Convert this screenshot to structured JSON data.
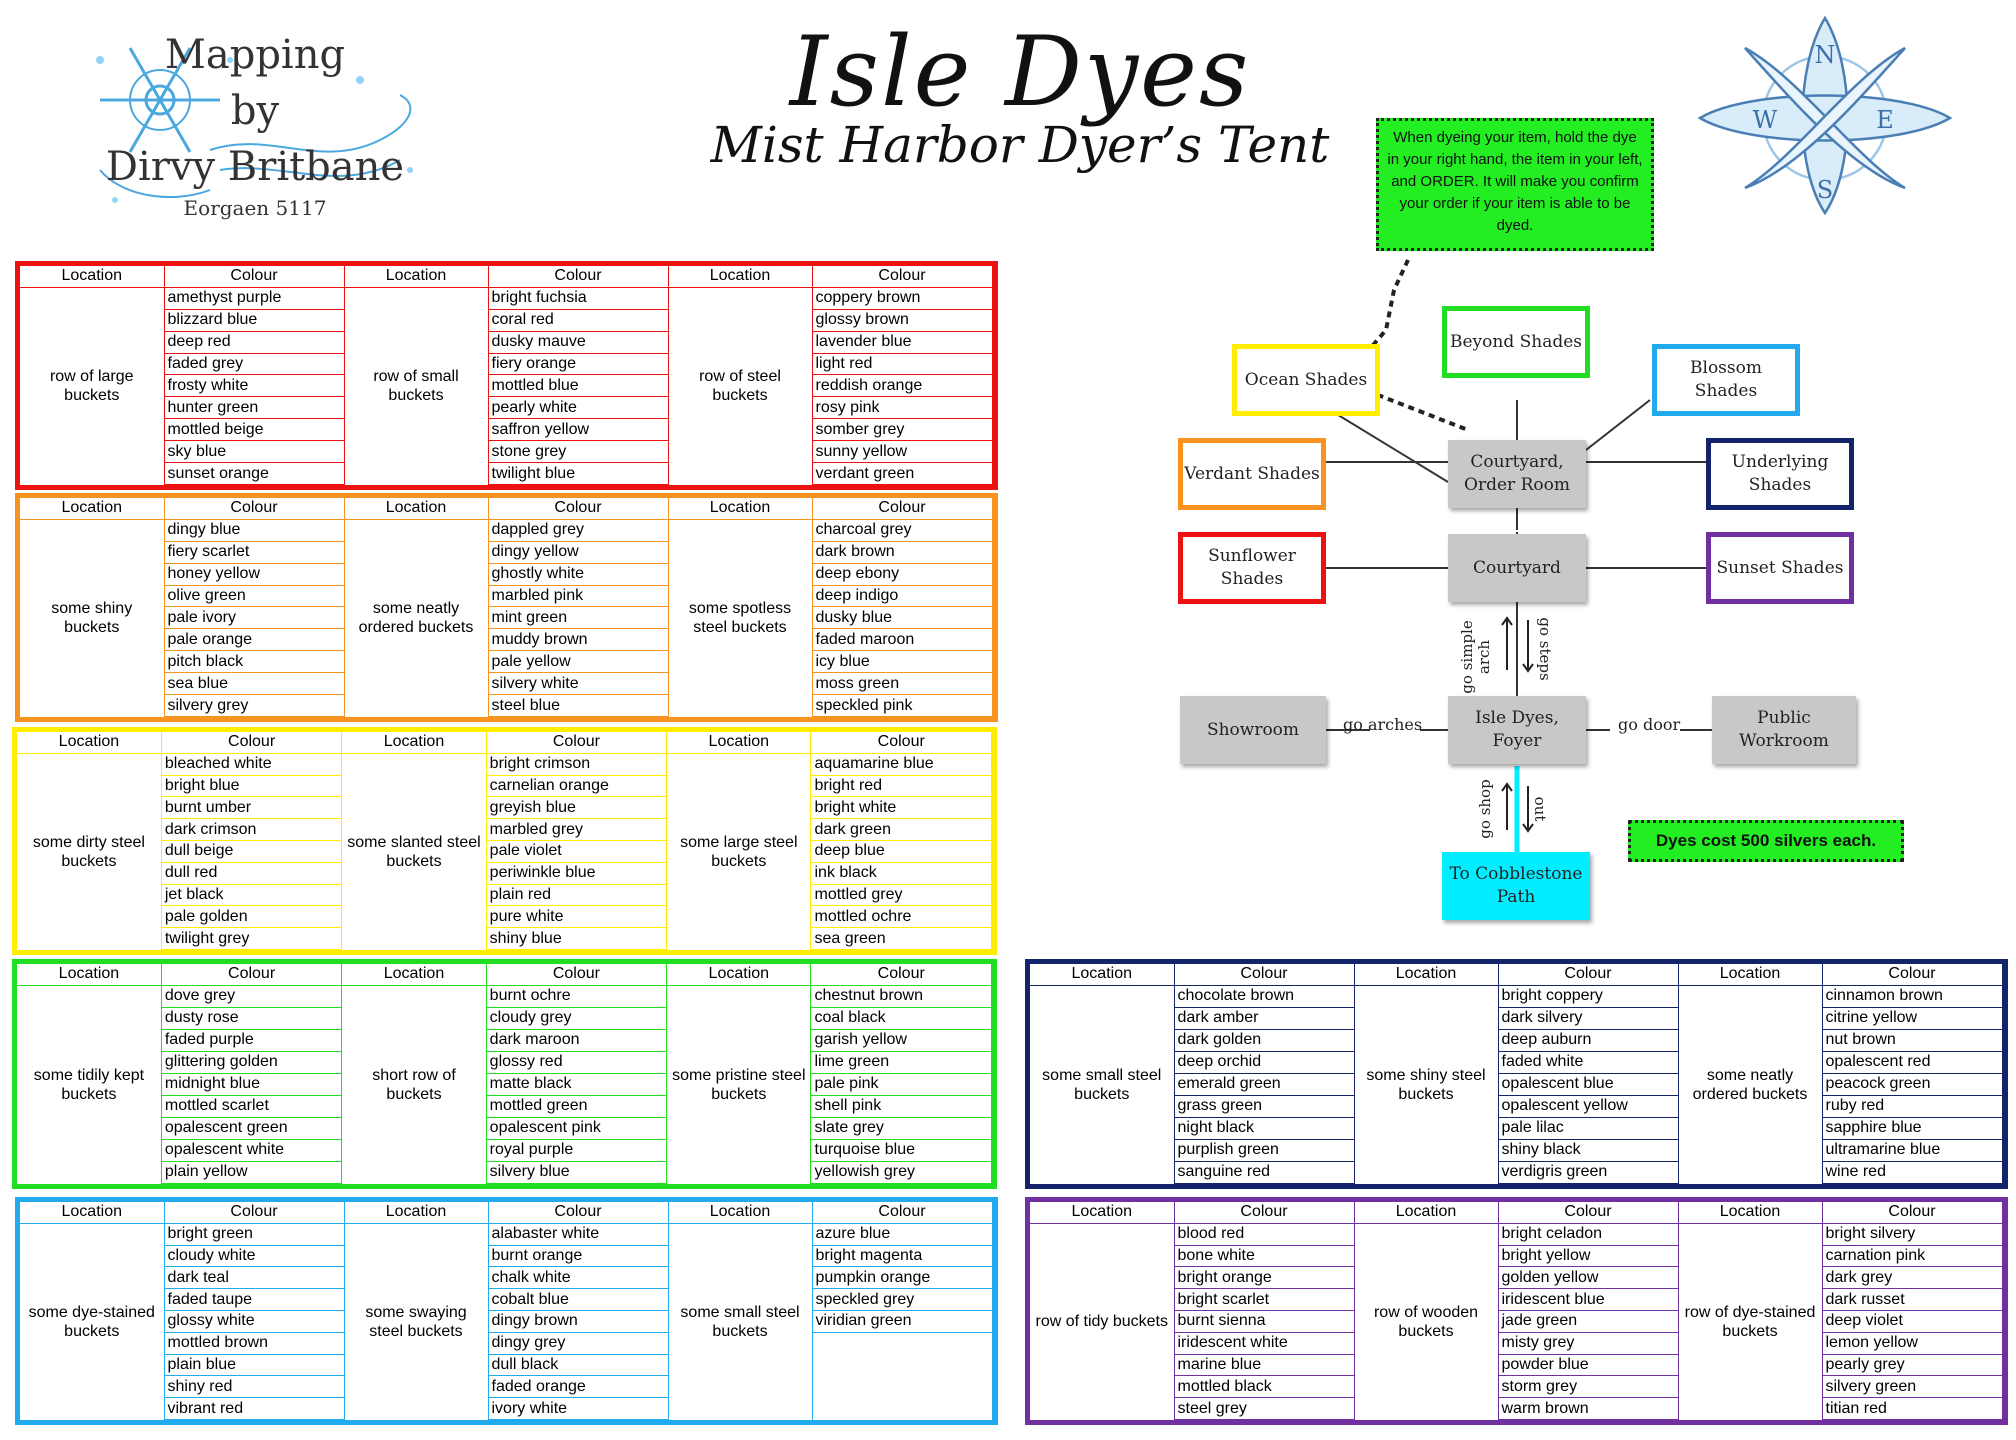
{
  "credit": {
    "line1": "Mapping",
    "line2": "by",
    "line3": "Dirvy Britbane",
    "line4": "Eorgaen 5117"
  },
  "title": "Isle Dyes",
  "subtitle": "Mist Harbor Dyer’s Tent",
  "headers": {
    "location": "Location",
    "colour": "Colour"
  },
  "colors": {
    "red": "#ee1111",
    "orange": "#f7931e",
    "yellow": "#ffee00",
    "green": "#22dd22",
    "blue": "#22aaee",
    "navy": "#14246a",
    "purple": "#7030a0",
    "cyan": "#00eeff",
    "note_green": "#22ee22"
  },
  "tables": [
    {
      "color": "red",
      "groups": [
        {
          "location": "row of large buckets",
          "colours": [
            "amethyst purple",
            "blizzard blue",
            "deep red",
            "faded grey",
            "frosty white",
            "hunter green",
            "mottled beige",
            "sky blue",
            "sunset orange"
          ]
        },
        {
          "location": "row of small buckets",
          "colours": [
            "bright fuchsia",
            "coral red",
            "dusky mauve",
            "fiery orange",
            "mottled blue",
            "pearly white",
            "saffron yellow",
            "stone grey",
            "twilight blue"
          ]
        },
        {
          "location": "row of steel buckets",
          "colours": [
            "coppery brown",
            "glossy brown",
            "lavender blue",
            "light red",
            "reddish orange",
            "rosy pink",
            "somber grey",
            "sunny yellow",
            "verdant green"
          ]
        }
      ]
    },
    {
      "color": "orange",
      "groups": [
        {
          "location": "some shiny buckets",
          "colours": [
            "dingy blue",
            "fiery scarlet",
            "honey yellow",
            "olive green",
            "pale ivory",
            "pale orange",
            "pitch black",
            "sea blue",
            "silvery grey"
          ]
        },
        {
          "location": "some neatly ordered buckets",
          "colours": [
            "dappled grey",
            "dingy yellow",
            "ghostly white",
            "marbled pink",
            "mint green",
            "muddy brown",
            "pale yellow",
            "silvery white",
            "steel blue"
          ]
        },
        {
          "location": "some spotless steel buckets",
          "colours": [
            "charcoal grey",
            "dark brown",
            "deep ebony",
            "deep indigo",
            "dusky blue",
            "faded maroon",
            "icy blue",
            "moss green",
            "speckled pink"
          ]
        }
      ]
    },
    {
      "color": "yellow",
      "groups": [
        {
          "location": "some dirty steel buckets",
          "colours": [
            "bleached white",
            "bright blue",
            "burnt umber",
            "dark crimson",
            "dull beige",
            "dull red",
            "jet black",
            "pale golden",
            "twilight grey"
          ]
        },
        {
          "location": "some slanted steel buckets",
          "colours": [
            "bright crimson",
            "carnelian orange",
            "greyish blue",
            "marbled grey",
            "pale violet",
            "periwinkle blue",
            "plain red",
            "pure white",
            "shiny blue"
          ]
        },
        {
          "location": "some large steel buckets",
          "colours": [
            "aquamarine blue",
            "bright red",
            "bright white",
            "dark green",
            "deep blue",
            "ink black",
            "mottled grey",
            "mottled ochre",
            "sea green"
          ]
        }
      ]
    },
    {
      "color": "green",
      "groups": [
        {
          "location": "some tidily kept buckets",
          "colours": [
            "dove grey",
            "dusty rose",
            "faded purple",
            "glittering golden",
            "midnight blue",
            "mottled scarlet",
            "opalescent green",
            "opalescent white",
            "plain yellow"
          ]
        },
        {
          "location": "short row of buckets",
          "colours": [
            "burnt ochre",
            "cloudy grey",
            "dark maroon",
            "glossy red",
            "matte black",
            "mottled green",
            "opalescent pink",
            "royal purple",
            "silvery blue"
          ]
        },
        {
          "location": "some pristine steel buckets",
          "colours": [
            "chestnut brown",
            "coal black",
            "garish yellow",
            "lime green",
            "pale pink",
            "shell pink",
            "slate grey",
            "turquoise blue",
            "yellowish grey"
          ]
        }
      ]
    },
    {
      "color": "blue",
      "groups": [
        {
          "location": "some dye-stained buckets",
          "colours": [
            "bright green",
            "cloudy white",
            "dark teal",
            "faded taupe",
            "glossy white",
            "mottled brown",
            "plain blue",
            "shiny red",
            "vibrant red"
          ]
        },
        {
          "location": "some swaying steel buckets",
          "colours": [
            "alabaster white",
            "burnt orange",
            "chalk white",
            "cobalt blue",
            "dingy brown",
            "dingy grey",
            "dull black",
            "faded orange",
            "ivory white"
          ]
        },
        {
          "location": "some small steel buckets",
          "colours": [
            "azure blue",
            "bright magenta",
            "pumpkin orange",
            "speckled grey",
            "viridian green"
          ]
        }
      ]
    },
    {
      "color": "navy",
      "groups": [
        {
          "location": "some small steel buckets",
          "colours": [
            "chocolate brown",
            "dark amber",
            "dark golden",
            "deep orchid",
            "emerald green",
            "grass green",
            "night black",
            "purplish green",
            "sanguine red"
          ]
        },
        {
          "location": "some shiny steel buckets",
          "colours": [
            "bright coppery",
            "dark silvery",
            "deep auburn",
            "faded white",
            "opalescent blue",
            "opalescent yellow",
            "pale lilac",
            "shiny black",
            "verdigris green"
          ]
        },
        {
          "location": "some neatly ordered buckets",
          "colours": [
            "cinnamon brown",
            "citrine yellow",
            "nut brown",
            "opalescent red",
            "peacock green",
            "ruby red",
            "sapphire blue",
            "ultramarine blue",
            "wine red"
          ]
        }
      ]
    },
    {
      "color": "purple",
      "groups": [
        {
          "location": "row of tidy buckets",
          "colours": [
            "blood red",
            "bone white",
            "bright orange",
            "bright scarlet",
            "burnt sienna",
            "iridescent white",
            "marine blue",
            "mottled black",
            "steel grey"
          ]
        },
        {
          "location": "row of wooden buckets",
          "colours": [
            "bright celadon",
            "bright yellow",
            "golden yellow",
            "iridescent blue",
            "jade green",
            "misty grey",
            "powder blue",
            "storm grey",
            "warm brown"
          ]
        },
        {
          "location": "row of dye-stained buckets",
          "colours": [
            "bright silvery",
            "carnation pink",
            "dark grey",
            "dark russet",
            "deep violet",
            "lemon yellow",
            "pearly grey",
            "silvery green",
            "titian red"
          ]
        }
      ]
    }
  ],
  "map": {
    "note": "When dyeing your item, hold the dye in your right hand, the item in your left, and ORDER.  It will make you confirm your order if your item is able to be dyed.",
    "cost": "Dyes cost 500 silvers each.",
    "rooms": {
      "beyond": "Beyond Shades",
      "ocean": "Ocean Shades",
      "blossom": "Blossom Shades",
      "verdant": "Verdant Shades",
      "underlying": "Underlying Shades",
      "sunflower": "Sunflower Shades",
      "sunset": "Sunset Shades",
      "order_room": "Courtyard, Order Room",
      "courtyard": "Courtyard",
      "foyer": "Isle Dyes, Foyer",
      "showroom": "Showroom",
      "workroom": "Public Workroom",
      "path": "To Cobblestone Path"
    },
    "labels": {
      "arches": "go arches",
      "door": "go door",
      "simple_arch": "go simple arch",
      "steps": "go steps",
      "shop": "go shop",
      "out": "out"
    }
  }
}
